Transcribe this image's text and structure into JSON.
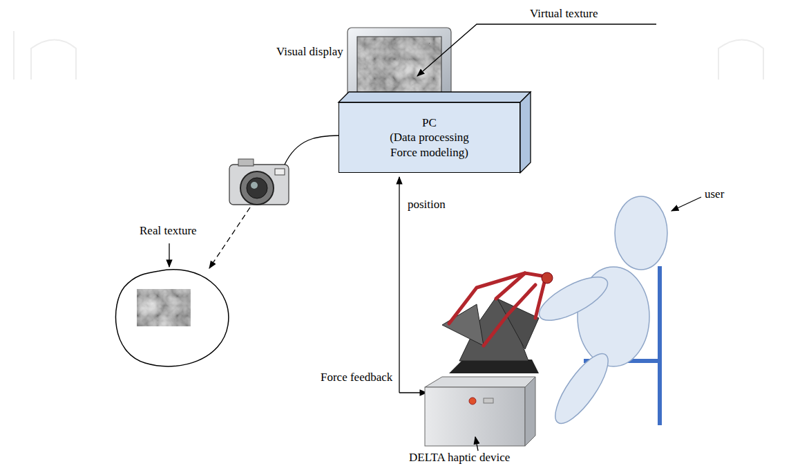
{
  "diagram": {
    "nodes": [
      {
        "text": [
          "PC",
          "(Data processing Force modeling)"
        ]
      }
    ],
    "labels": [
      "Virtual texture",
      "Visual display",
      "Real texture",
      "user",
      "position",
      "Force feedback",
      "DELTA haptic device"
    ]
  }
}
